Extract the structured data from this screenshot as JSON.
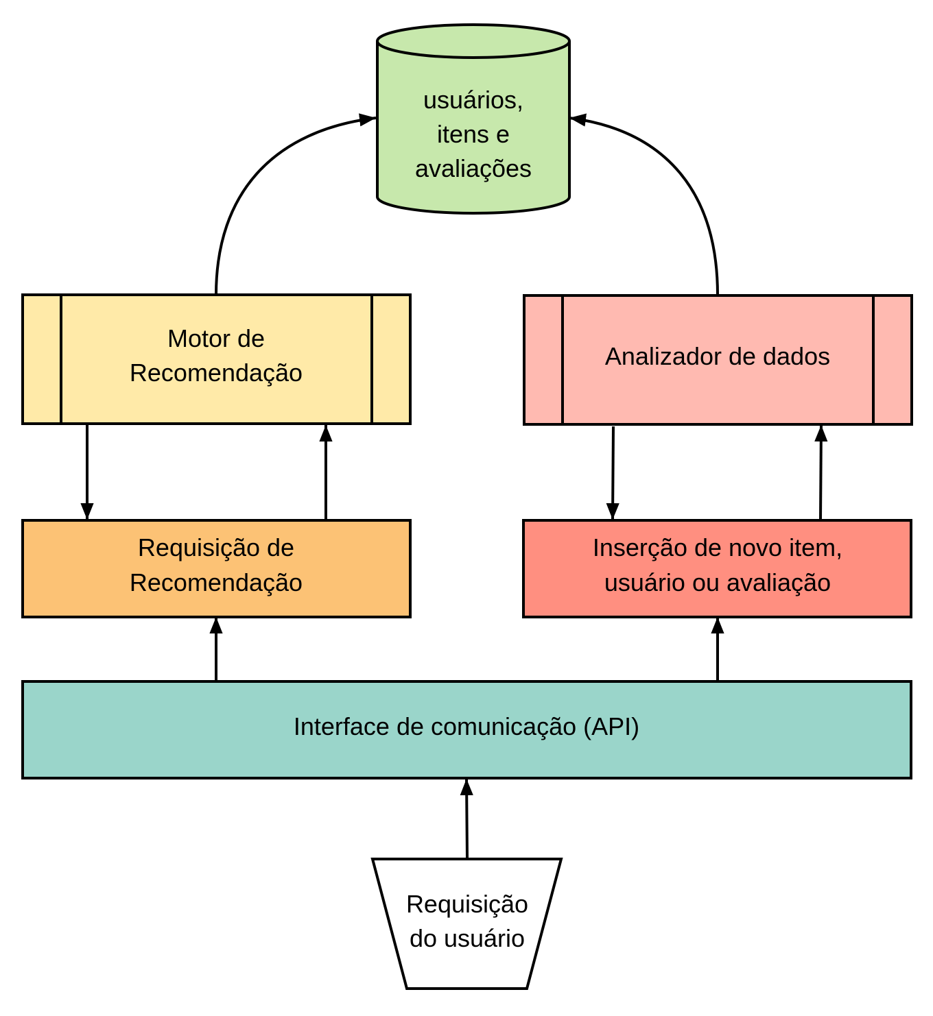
{
  "diagram": {
    "database": {
      "lines": [
        "usuários,",
        "itens e",
        "avaliações"
      ]
    },
    "motor": {
      "lines": [
        "Motor de",
        "Recomendação"
      ]
    },
    "analyzer": {
      "lines": [
        "Analizador de dados"
      ]
    },
    "rec_request": {
      "lines": [
        "Requisição de",
        "Recomendação"
      ]
    },
    "insertion": {
      "lines": [
        "Inserção de novo item,",
        "usuário ou avaliação"
      ]
    },
    "api": {
      "lines": [
        "Interface de comunicação (API)"
      ]
    },
    "user_request": {
      "lines": [
        "Requisição",
        "do usuário"
      ]
    }
  },
  "colors": {
    "database": "#c7e8ac",
    "motor": "#ffeaa8",
    "analyzer": "#ffbab1",
    "rec_request": "#fcc275",
    "insertion": "#ff8f80",
    "api": "#9ad5ca",
    "user_request": "#ffffff",
    "stroke": "#000000"
  }
}
